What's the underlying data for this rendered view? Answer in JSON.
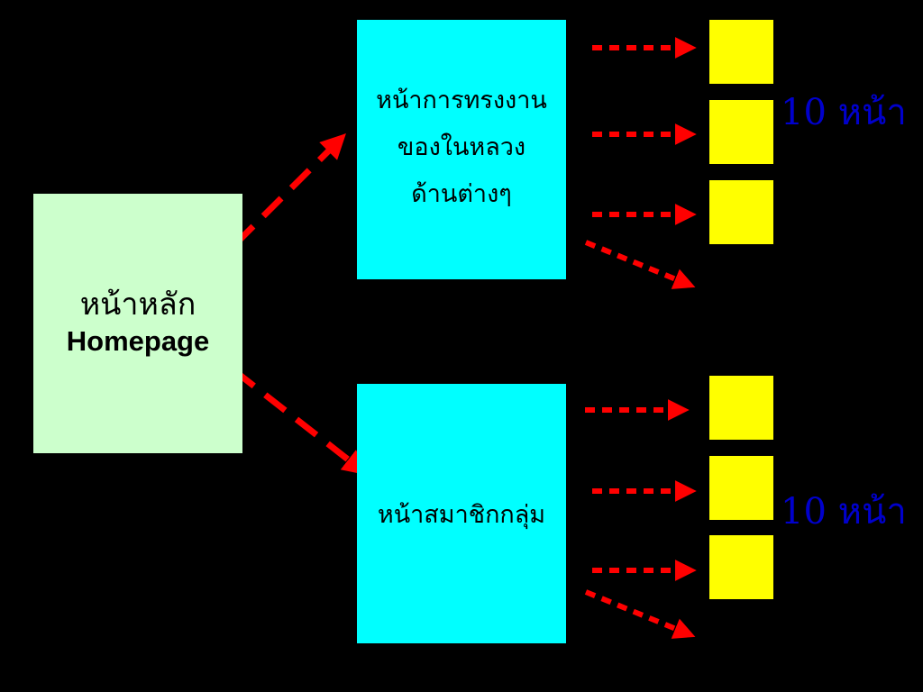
{
  "homepage": {
    "line1": "หน้าหลัก",
    "line2": "Homepage",
    "color": "#ccffcc"
  },
  "royal_activities": {
    "lines": [
      "หน้าการทรงงาน",
      "ของในหลวง",
      "ด้านต่างๆ"
    ],
    "color": "#00ffff"
  },
  "group_members": {
    "label": "หน้าสมาชิกกลุ่ม",
    "color": "#00ffff"
  },
  "sub_pages_top": {
    "count_label": "10 หน้า",
    "visible_boxes": 3
  },
  "sub_pages_bottom": {
    "count_label": "10 หน้า",
    "visible_boxes": 3
  },
  "colors": {
    "arrow": "#ff0000",
    "sub_page": "#ffff00",
    "count_text": "#0000cc",
    "background": "#000000"
  }
}
